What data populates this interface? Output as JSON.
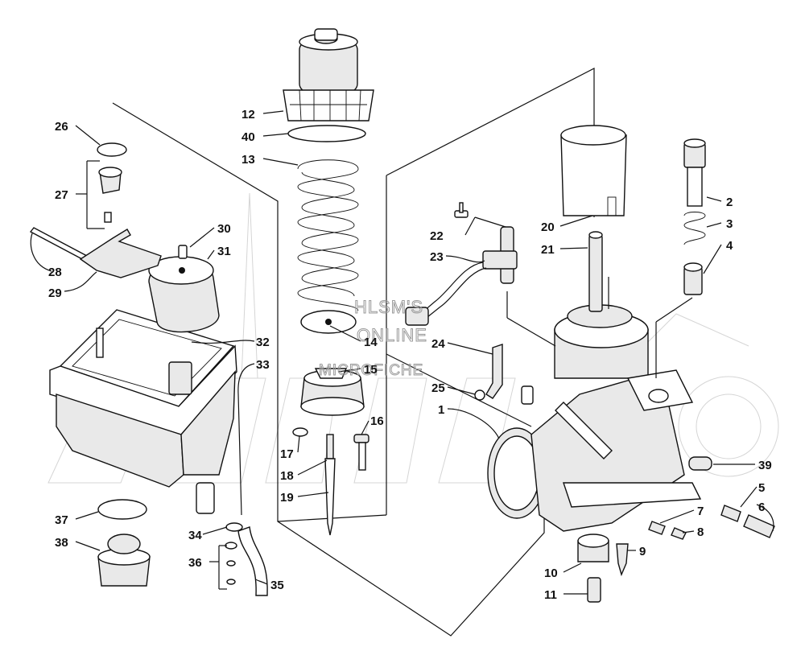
{
  "watermark": {
    "line1": "HLSM'S",
    "line2": "ONLINE",
    "line3": "MICROFICHE"
  },
  "parts": [
    {
      "id": "p1",
      "number": "1"
    },
    {
      "id": "p2",
      "number": "2"
    },
    {
      "id": "p3",
      "number": "3"
    },
    {
      "id": "p4",
      "number": "4"
    },
    {
      "id": "p5",
      "number": "5"
    },
    {
      "id": "p6",
      "number": "6"
    },
    {
      "id": "p7",
      "number": "7"
    },
    {
      "id": "p8",
      "number": "8"
    },
    {
      "id": "p9",
      "number": "9"
    },
    {
      "id": "p10",
      "number": "10"
    },
    {
      "id": "p11",
      "number": "11"
    },
    {
      "id": "p12",
      "number": "12"
    },
    {
      "id": "p13",
      "number": "13"
    },
    {
      "id": "p14",
      "number": "14"
    },
    {
      "id": "p15",
      "number": "15"
    },
    {
      "id": "p16",
      "number": "16"
    },
    {
      "id": "p17",
      "number": "17"
    },
    {
      "id": "p18",
      "number": "18"
    },
    {
      "id": "p19",
      "number": "19"
    },
    {
      "id": "p20",
      "number": "20"
    },
    {
      "id": "p21",
      "number": "21"
    },
    {
      "id": "p22",
      "number": "22"
    },
    {
      "id": "p23",
      "number": "23"
    },
    {
      "id": "p24",
      "number": "24"
    },
    {
      "id": "p25",
      "number": "25"
    },
    {
      "id": "p26",
      "number": "26"
    },
    {
      "id": "p27",
      "number": "27"
    },
    {
      "id": "p28",
      "number": "28"
    },
    {
      "id": "p29",
      "number": "29"
    },
    {
      "id": "p30",
      "number": "30"
    },
    {
      "id": "p31",
      "number": "31"
    },
    {
      "id": "p32",
      "number": "32"
    },
    {
      "id": "p33",
      "number": "33"
    },
    {
      "id": "p34",
      "number": "34"
    },
    {
      "id": "p35",
      "number": "35"
    },
    {
      "id": "p36",
      "number": "36"
    },
    {
      "id": "p37",
      "number": "37"
    },
    {
      "id": "p38",
      "number": "38"
    },
    {
      "id": "p39",
      "number": "39"
    },
    {
      "id": "p40",
      "number": "40"
    }
  ]
}
